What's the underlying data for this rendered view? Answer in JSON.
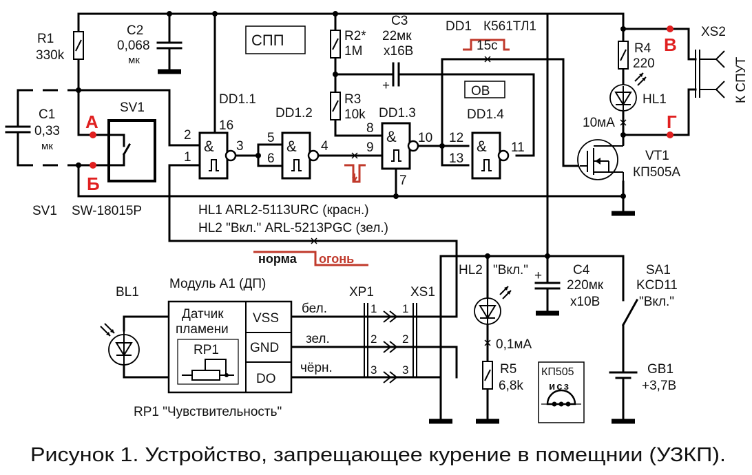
{
  "caption": "Рисунок 1. Устройство, запрещающее курение в помещнии (УЗКП).",
  "blocks": {
    "spp": "СПП",
    "ov": "ОВ"
  },
  "ic": {
    "name": "DD1",
    "type": "К561ТЛ1",
    "gates": [
      "DD1.1",
      "DD1.2",
      "DD1.3",
      "DD1.4"
    ],
    "gate_symbol": "&",
    "pins": [
      "2",
      "1",
      "16",
      "3",
      "5",
      "6",
      "4",
      "8",
      "9",
      "10",
      "7",
      "12",
      "13",
      "11"
    ],
    "pulse": "15с"
  },
  "components": {
    "r1": {
      "ref": "R1",
      "value": "330k"
    },
    "c2": {
      "ref": "C2",
      "value": "0,068",
      "unit": "мк"
    },
    "c1": {
      "ref": "C1",
      "value": "0,33",
      "unit": "мк"
    },
    "r2": {
      "ref": "R2*",
      "value": "1M"
    },
    "c3": {
      "ref": "C3",
      "value": "22мк",
      "voltage": "x16B",
      "plus": "+"
    },
    "r3": {
      "ref": "R3",
      "value": "10k"
    },
    "r4": {
      "ref": "R4",
      "value": "220"
    },
    "hl1": {
      "ref": "HL1"
    },
    "vt1": {
      "ref": "VT1",
      "value": "КП505А",
      "current": "10мА"
    },
    "xs2": {
      "ref": "XS2",
      "label": "К СПУТ"
    },
    "sv1": {
      "ref": "SV1",
      "part": "SW-18015P"
    },
    "c4": {
      "ref": "C4",
      "value": "220мк",
      "voltage": "x10B",
      "plus": "+"
    },
    "sa1": {
      "ref": "SA1",
      "part": "KCD11",
      "label": "\"Вкл.\""
    },
    "gb1": {
      "ref": "GB1",
      "value": "+3,7В"
    },
    "hl2": {
      "ref": "HL2",
      "label": "\"Вкл.\"",
      "current": "0,1мА"
    },
    "r5": {
      "ref": "R5",
      "value": "6,8k"
    },
    "bl1": {
      "ref": "BL1"
    },
    "xp1": {
      "ref": "XP1"
    },
    "xs1": {
      "ref": "XS1"
    },
    "kp505": {
      "title": "КП505",
      "pins": "исз"
    }
  },
  "points": {
    "a": "А",
    "b": "Б",
    "v": "В",
    "g": "Г"
  },
  "notes": {
    "hl1": "HL1  ARL2-5113URC (красн.)",
    "hl2": "HL2  \"Вкл.\"   ARL-5213PGC (зел.)"
  },
  "states": {
    "normal": "норма",
    "fire": "огонь"
  },
  "module": {
    "title": "Модуль А1  (ДП)",
    "sensor_line1": "Датчик",
    "sensor_line2": "пламени",
    "pot": "RP1",
    "pins": [
      "VSS",
      "GND",
      "DO"
    ],
    "wires": [
      "бел.",
      "зел.",
      "чёрн."
    ],
    "pot_note": "RP1 \"Чувствительность\""
  },
  "connector_pins": [
    "1",
    "2",
    "3"
  ]
}
